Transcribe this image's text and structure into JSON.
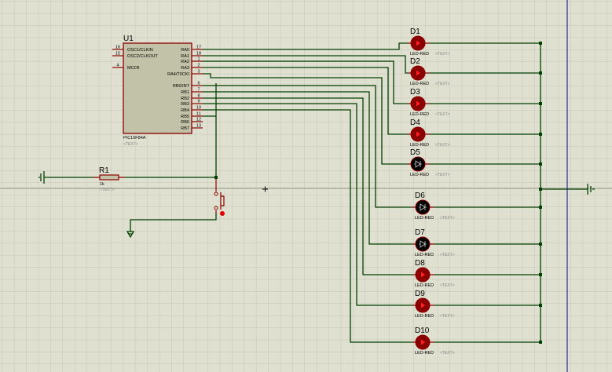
{
  "chip": {
    "ref": "U1",
    "part": "PIC16F84A",
    "text": "<TEXT>",
    "left_pins": [
      {
        "num": "16",
        "name": "OSC1/CLKIN"
      },
      {
        "num": "15",
        "name": "OSC2/CLKOUT"
      },
      {
        "num": "4",
        "name": "MCLR"
      }
    ],
    "right_pins": [
      {
        "num": "17",
        "name": "RA0"
      },
      {
        "num": "18",
        "name": "RA1"
      },
      {
        "num": "1",
        "name": "RA2"
      },
      {
        "num": "2",
        "name": "RA3"
      },
      {
        "num": "3",
        "name": "RA4/T0CKI"
      },
      {
        "num": "6",
        "name": "RB0/INT"
      },
      {
        "num": "7",
        "name": "RB1"
      },
      {
        "num": "8",
        "name": "RB2"
      },
      {
        "num": "9",
        "name": "RB3"
      },
      {
        "num": "10",
        "name": "RB4"
      },
      {
        "num": "11",
        "name": "RB5"
      },
      {
        "num": "12",
        "name": "RB6"
      },
      {
        "num": "13",
        "name": "RB7"
      }
    ]
  },
  "resistor": {
    "ref": "R1",
    "value": "1k",
    "text": "<TEXT>"
  },
  "leds": [
    {
      "ref": "D1",
      "part": "LED-RED",
      "text": "<TEXT>",
      "lit": true
    },
    {
      "ref": "D2",
      "part": "LED-RED",
      "text": "<TEXT>",
      "lit": true
    },
    {
      "ref": "D3",
      "part": "LED-RED",
      "text": "<TEXT>",
      "lit": true
    },
    {
      "ref": "D4",
      "part": "LED-RED",
      "text": "<TEXT>",
      "lit": true
    },
    {
      "ref": "D5",
      "part": "LED-RED",
      "text": "<TEXT>",
      "lit": false
    },
    {
      "ref": "D6",
      "part": "LED-RED",
      "text": "<TEXT>",
      "lit": false
    },
    {
      "ref": "D7",
      "part": "LED-RED",
      "text": "<TEXT>",
      "lit": false
    },
    {
      "ref": "D8",
      "part": "LED-RED",
      "text": "<TEXT>",
      "lit": true
    },
    {
      "ref": "D9",
      "part": "LED-RED",
      "text": "<TEXT>",
      "lit": true
    },
    {
      "ref": "D10",
      "part": "LED-RED",
      "text": "<TEXT>",
      "lit": true
    }
  ],
  "colors": {
    "wire": "#004000",
    "component": "#8b0000",
    "led_on": "#e00000",
    "led_off": "#000000",
    "background": "#e0e0d1"
  }
}
